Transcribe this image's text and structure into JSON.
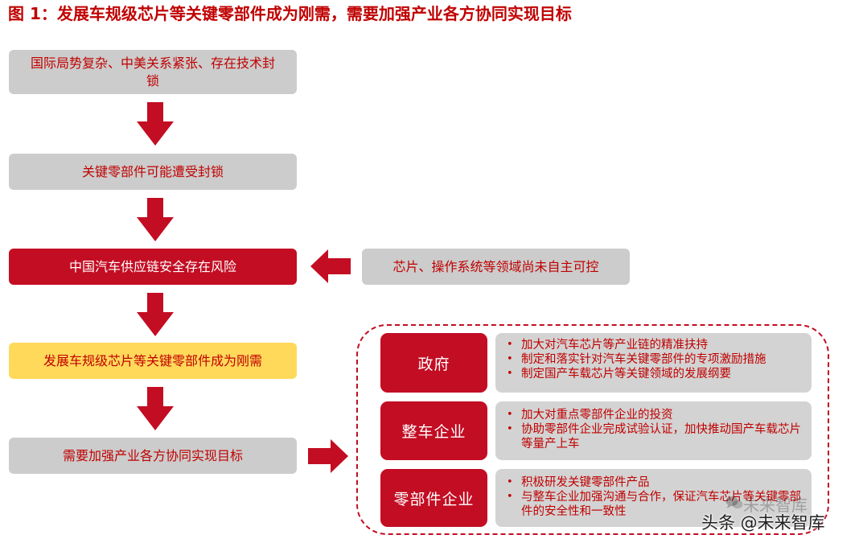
{
  "title": "图 1：发展车规级芯片等关键零部件成为刚需，需要加强产业各方协同实现目标",
  "flow": {
    "step1": "国际局势复杂、中美关系紧张、存在技术封锁",
    "step2": "关键零部件可能遭受封锁",
    "step3": "中国汽车供应链安全存在风险",
    "step4": "发展车规级芯片等关键零部件成为刚需",
    "step5": "需要加强产业各方协同实现目标",
    "side_cause": "芯片、操作系统等领域尚未自主可控"
  },
  "actors": [
    {
      "name": "政府",
      "items": [
        "加大对汽车芯片等产业链的精准扶持",
        "制定和落实针对汽车关键零部件的专项激励措施",
        "制定国产车载芯片等关键领域的发展纲要"
      ]
    },
    {
      "name": "整车企业",
      "items": [
        "加大对重点零部件企业的投资",
        "协助零部件企业完成试验认证，加快推动国产车载芯片等量产上车"
      ]
    },
    {
      "name": "零部件企业",
      "items": [
        "积极研发关键零部件产品",
        "与整车企业加强沟通与合作，保证汽车芯片等关键零部件的安全性和一致性"
      ]
    }
  ],
  "watermark": {
    "top": "未来智库",
    "bottom": "头条 @未来智库"
  },
  "colors": {
    "accent_red": "#c30d23",
    "text_red": "#c00000",
    "gray_box": "#cccccc",
    "highlight_yellow": "#ffd95a"
  }
}
